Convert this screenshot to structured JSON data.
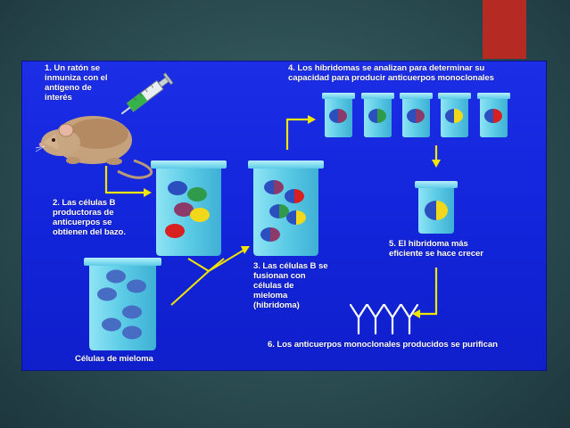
{
  "steps": {
    "step1": "1. Un ratón se\ninmuniza con el\nantígeno de\ninterés",
    "step2": "2. Las células B\nproductoras de\nanticuerpos se\nobtienen del bazo.",
    "step3": "3. Las células B se\nfusionan con\ncélulas  de\nmieloma\n(hibridoma)",
    "step4": "4. Los híbridomas se analizan para determinar su\ncapacidad para producir anticuerpos monoclonales",
    "step5": "5. El hibridoma más\neficiente se hace crecer",
    "step6": "6. Los anticuerpos monoclonales producidos se purifican",
    "myeloma": "Células de mieloma"
  },
  "icons": {
    "syringe": "syringe-icon",
    "mouse": "mouse-icon",
    "beaker": "beaker-icon",
    "antibody": "antibody-icon",
    "arrow": "arrow-icon"
  },
  "colors": {
    "panel": "#1428e0",
    "beaker_glass": "#5fcfe8",
    "arrow": "#f2e600",
    "accent": "#b52a22",
    "cell_blue": "#2c4fbf",
    "cell_green": "#2e9a4a",
    "cell_red": "#d82020",
    "cell_yellow": "#f2d81a",
    "cell_purple": "#8c3a6a",
    "myeloma_cell": "#466cc4"
  }
}
